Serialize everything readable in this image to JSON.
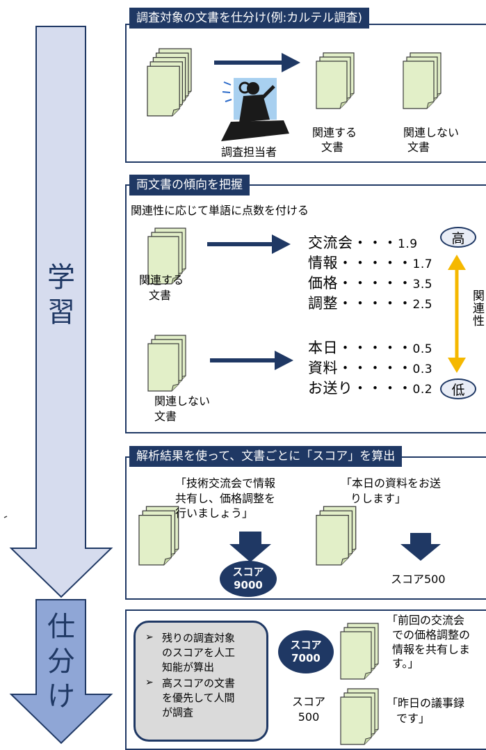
{
  "side_arrow": {
    "learning_chars": [
      "学",
      "習"
    ],
    "sorting_chars": [
      "仕",
      "分",
      "け"
    ]
  },
  "section1": {
    "title": "調査対象の文書を仕分け(例:カルテル調査)",
    "investigator_label": "調査担当者",
    "related_label_1": "関連する",
    "related_label_2": "文書",
    "unrelated_label_1": "関連しない",
    "unrelated_label_2": "文書"
  },
  "section2": {
    "title": "両文書の傾向を把握",
    "subtitle": "関連性に応じて単語に点数を付ける",
    "related_label_1": "関連する",
    "related_label_2": "文書",
    "unrelated_label_1": "関連しない",
    "unrelated_label_2": "文書",
    "related_words": [
      {
        "word": "交流会・・・",
        "score": "1.9"
      },
      {
        "word": "情報・・・・・",
        "score": "1.7"
      },
      {
        "word": "価格・・・・・",
        "score": "3.5"
      },
      {
        "word": "調整・・・・・",
        "score": "2.5"
      }
    ],
    "unrelated_words": [
      {
        "word": "本日・・・・・",
        "score": "0.5"
      },
      {
        "word": "資料・・・・・",
        "score": "0.3"
      },
      {
        "word": "お送り・・・・",
        "score": "0.2"
      }
    ],
    "high_label": "高",
    "low_label": "低",
    "relevance_chars": [
      "関",
      "連",
      "性"
    ]
  },
  "section3": {
    "title": "解析結果を使って、文書ごとに「スコア」を算出",
    "quote1_lines": [
      "「技術交流会で情報",
      "共有し、価格調整を",
      "行いましょう」"
    ],
    "quote2_lines": [
      "「本日の資料をお送",
      "りします」"
    ],
    "score1_label": "スコア",
    "score1_value": "9000",
    "score2_text": "スコア500"
  },
  "section4": {
    "bullet_glyph": "➢",
    "bullets": [
      [
        "残りの調査対象",
        "のスコアを人工",
        "知能が算出"
      ],
      [
        "高スコアの文書",
        "を優先して人間",
        "が調査"
      ]
    ],
    "score_high_label": "スコア",
    "score_high_value": "7000",
    "score_low_label": "スコア",
    "score_low_value": "500",
    "quote_high_lines": [
      "「前回の交流会",
      "での価格調整の",
      "情報を共有しま",
      "す。」"
    ],
    "quote_low_lines": [
      "「昨日の議事録",
      "です」"
    ]
  },
  "colors": {
    "navy": "#1f3864",
    "arrow_fill": "#d6dcee",
    "arrow_fill_dark": "#8fa6d6",
    "doc_fill": "#e2efc8",
    "relevance_arrow": "#f5b800",
    "gray_box": "#dadada"
  }
}
